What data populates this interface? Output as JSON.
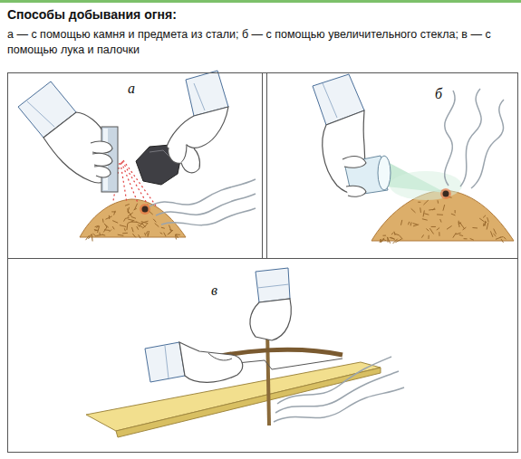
{
  "diagram": {
    "title": "Способы добывания огня:",
    "caption": "а — с помощью камня и предмета из стали; б — с помощью увеличительного стекла; в — с помощью лука и палочки",
    "nodes": [
      {
        "text": [
          "а"
        ]
      },
      {
        "text": [
          "б"
        ]
      },
      {
        "text": [
          "в"
        ]
      }
    ]
  }
}
